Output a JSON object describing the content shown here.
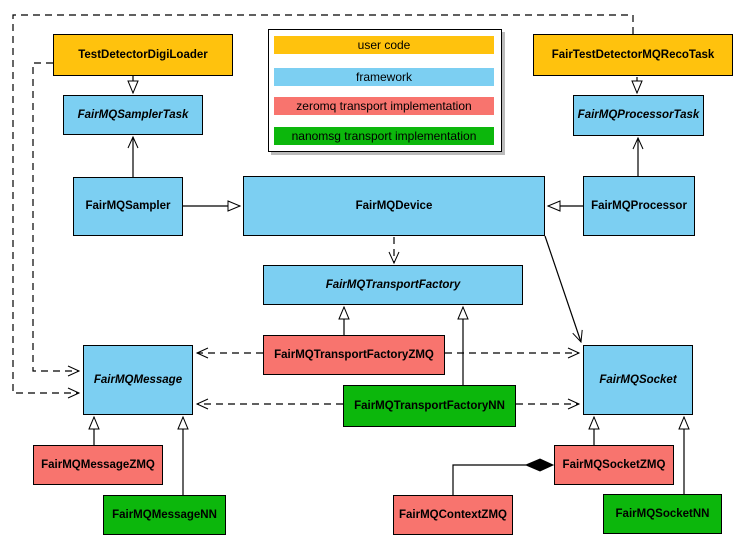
{
  "colors": {
    "user_code": "#FFC20D",
    "framework": "#7CCFF2",
    "zeromq": "#F8746E",
    "nanomsg": "#0CB70C",
    "line": "#000000",
    "background": "#FFFFFF"
  },
  "legend": {
    "items": [
      {
        "label": "user code",
        "category": "user_code"
      },
      {
        "label": "framework",
        "category": "framework"
      },
      {
        "label": "zeromq transport implementation",
        "category": "zeromq"
      },
      {
        "label": "nanomsg transport implementation",
        "category": "nanomsg"
      }
    ]
  },
  "nodes": {
    "test_detector_digi_loader": {
      "label": "TestDetectorDigiLoader",
      "category": "user_code",
      "abstract": false
    },
    "fair_test_detector_mq_reco_task": {
      "label": "FairTestDetectorMQRecoTask",
      "category": "user_code",
      "abstract": false
    },
    "fairmq_sampler_task": {
      "label": "FairMQSamplerTask",
      "category": "framework",
      "abstract": true
    },
    "fairmq_processor_task": {
      "label": "FairMQProcessorTask",
      "category": "framework",
      "abstract": true
    },
    "fairmq_sampler": {
      "label": "FairMQSampler",
      "category": "framework",
      "abstract": false
    },
    "fairmq_device": {
      "label": "FairMQDevice",
      "category": "framework",
      "abstract": false
    },
    "fairmq_processor": {
      "label": "FairMQProcessor",
      "category": "framework",
      "abstract": false
    },
    "fairmq_transport_factory": {
      "label": "FairMQTransportFactory",
      "category": "framework",
      "abstract": true
    },
    "fairmq_transport_factory_zmq": {
      "label": "FairMQTransportFactoryZMQ",
      "category": "zeromq",
      "abstract": false
    },
    "fairmq_transport_factory_nn": {
      "label": "FairMQTransportFactoryNN",
      "category": "nanomsg",
      "abstract": false
    },
    "fairmq_message": {
      "label": "FairMQMessage",
      "category": "framework",
      "abstract": true
    },
    "fairmq_socket": {
      "label": "FairMQSocket",
      "category": "framework",
      "abstract": true
    },
    "fairmq_message_zmq": {
      "label": "FairMQMessageZMQ",
      "category": "zeromq",
      "abstract": false
    },
    "fairmq_message_nn": {
      "label": "FairMQMessageNN",
      "category": "nanomsg",
      "abstract": false
    },
    "fairmq_socket_zmq": {
      "label": "FairMQSocketZMQ",
      "category": "zeromq",
      "abstract": false
    },
    "fairmq_context_zmq": {
      "label": "FairMQContextZMQ",
      "category": "zeromq",
      "abstract": false
    },
    "fairmq_socket_nn": {
      "label": "FairMQSocketNN",
      "category": "nanomsg",
      "abstract": false
    }
  },
  "relations": [
    {
      "from": "TestDetectorDigiLoader",
      "to": "FairMQSamplerTask",
      "type": "inheritance"
    },
    {
      "from": "FairTestDetectorMQRecoTask",
      "to": "FairMQProcessorTask",
      "type": "inheritance"
    },
    {
      "from": "FairMQSampler",
      "to": "FairMQSamplerTask",
      "type": "inheritance"
    },
    {
      "from": "FairMQProcessor",
      "to": "FairMQProcessorTask",
      "type": "inheritance"
    },
    {
      "from": "FairMQSampler",
      "to": "FairMQDevice",
      "type": "inheritance"
    },
    {
      "from": "FairMQProcessor",
      "to": "FairMQDevice",
      "type": "inheritance"
    },
    {
      "from": "FairMQDevice",
      "to": "FairMQTransportFactory",
      "type": "dependency"
    },
    {
      "from": "FairMQDevice",
      "to": "FairMQSocket",
      "type": "association"
    },
    {
      "from": "FairMQTransportFactoryZMQ",
      "to": "FairMQTransportFactory",
      "type": "inheritance"
    },
    {
      "from": "FairMQTransportFactoryNN",
      "to": "FairMQTransportFactory",
      "type": "inheritance"
    },
    {
      "from": "FairMQTransportFactoryZMQ",
      "to": "FairMQMessage",
      "type": "dependency"
    },
    {
      "from": "FairMQTransportFactoryZMQ",
      "to": "FairMQSocket",
      "type": "dependency"
    },
    {
      "from": "FairMQTransportFactoryNN",
      "to": "FairMQMessage",
      "type": "dependency"
    },
    {
      "from": "FairMQTransportFactoryNN",
      "to": "FairMQSocket",
      "type": "dependency"
    },
    {
      "from": "TestDetectorDigiLoader",
      "to": "FairMQMessage",
      "type": "dependency"
    },
    {
      "from": "FairTestDetectorMQRecoTask",
      "to": "FairMQMessage",
      "type": "dependency"
    },
    {
      "from": "FairMQMessageZMQ",
      "to": "FairMQMessage",
      "type": "inheritance"
    },
    {
      "from": "FairMQMessageNN",
      "to": "FairMQMessage",
      "type": "inheritance"
    },
    {
      "from": "FairMQSocketZMQ",
      "to": "FairMQSocket",
      "type": "inheritance"
    },
    {
      "from": "FairMQSocketNN",
      "to": "FairMQSocket",
      "type": "inheritance"
    },
    {
      "from": "FairMQContextZMQ",
      "to": "FairMQSocketZMQ",
      "type": "composition"
    }
  ]
}
